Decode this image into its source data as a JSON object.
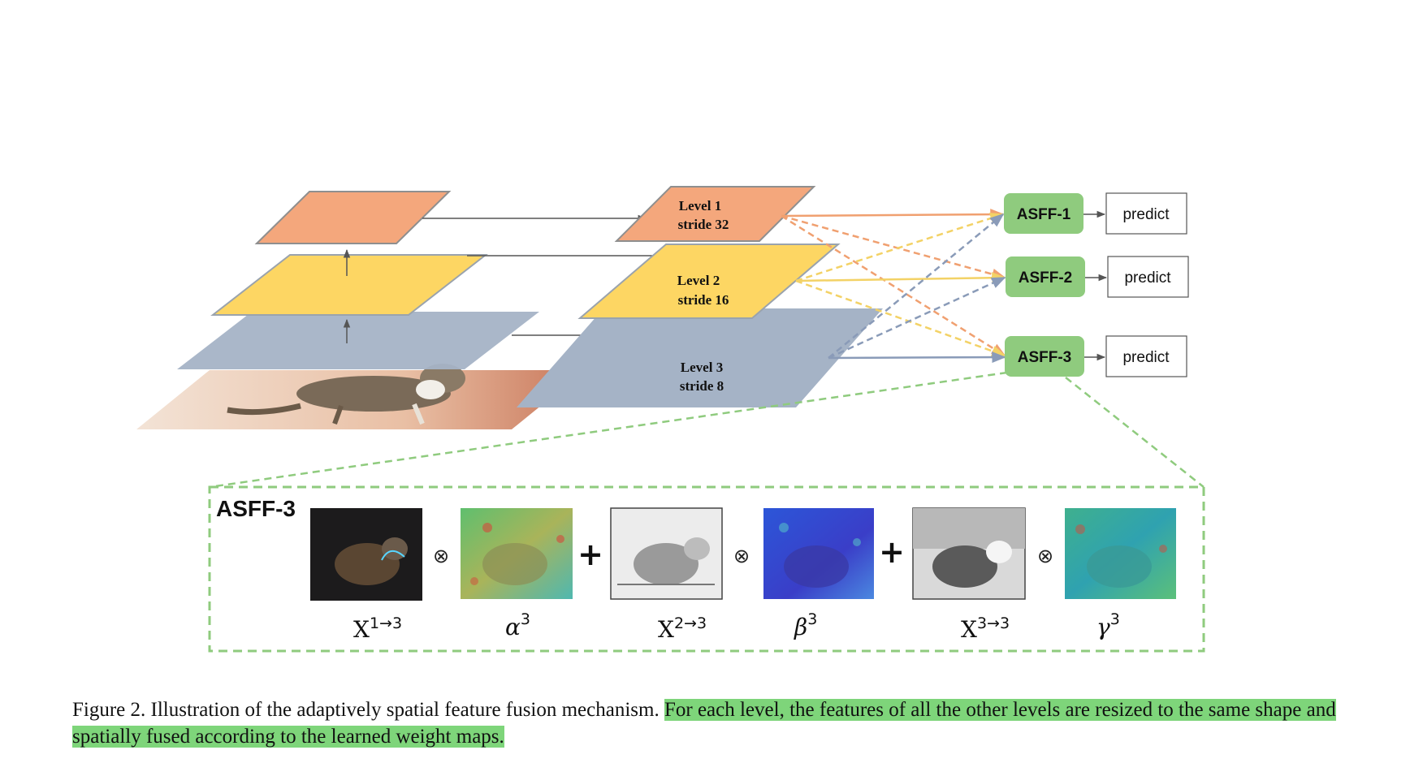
{
  "figure": {
    "levels": [
      {
        "name": "Level 1",
        "stride": "stride 32",
        "color": "#f4a77c"
      },
      {
        "name": "Level 2",
        "stride": "stride 16",
        "color": "#fdd663"
      },
      {
        "name": "Level 3",
        "stride": "stride 8",
        "color": "#a5b3c6"
      }
    ],
    "asff_modules": [
      {
        "label": "ASFF-1",
        "output": "predict"
      },
      {
        "label": "ASFF-2",
        "output": "predict"
      },
      {
        "label": "ASFF-3",
        "output": "predict"
      }
    ],
    "asff_color": "#8fcb7e",
    "detail_panel": {
      "title": "ASFF-3",
      "multiply_symbol": "⊗",
      "plus_symbol": "+",
      "terms": [
        {
          "feature": "X",
          "feature_sup": "1→3",
          "weight": "α",
          "weight_sup": "3"
        },
        {
          "feature": "X",
          "feature_sup": "2→3",
          "weight": "β",
          "weight_sup": "3"
        },
        {
          "feature": "X",
          "feature_sup": "3→3",
          "weight": "γ",
          "weight_sup": "3"
        }
      ]
    }
  },
  "caption": {
    "prefix": "Figure 2. Illustration of the adaptively spatial feature fusion mechanism.",
    "highlight": "For each level, the features of all the other levels are resized to the same shape and spatially fused according to the learned weight maps."
  }
}
